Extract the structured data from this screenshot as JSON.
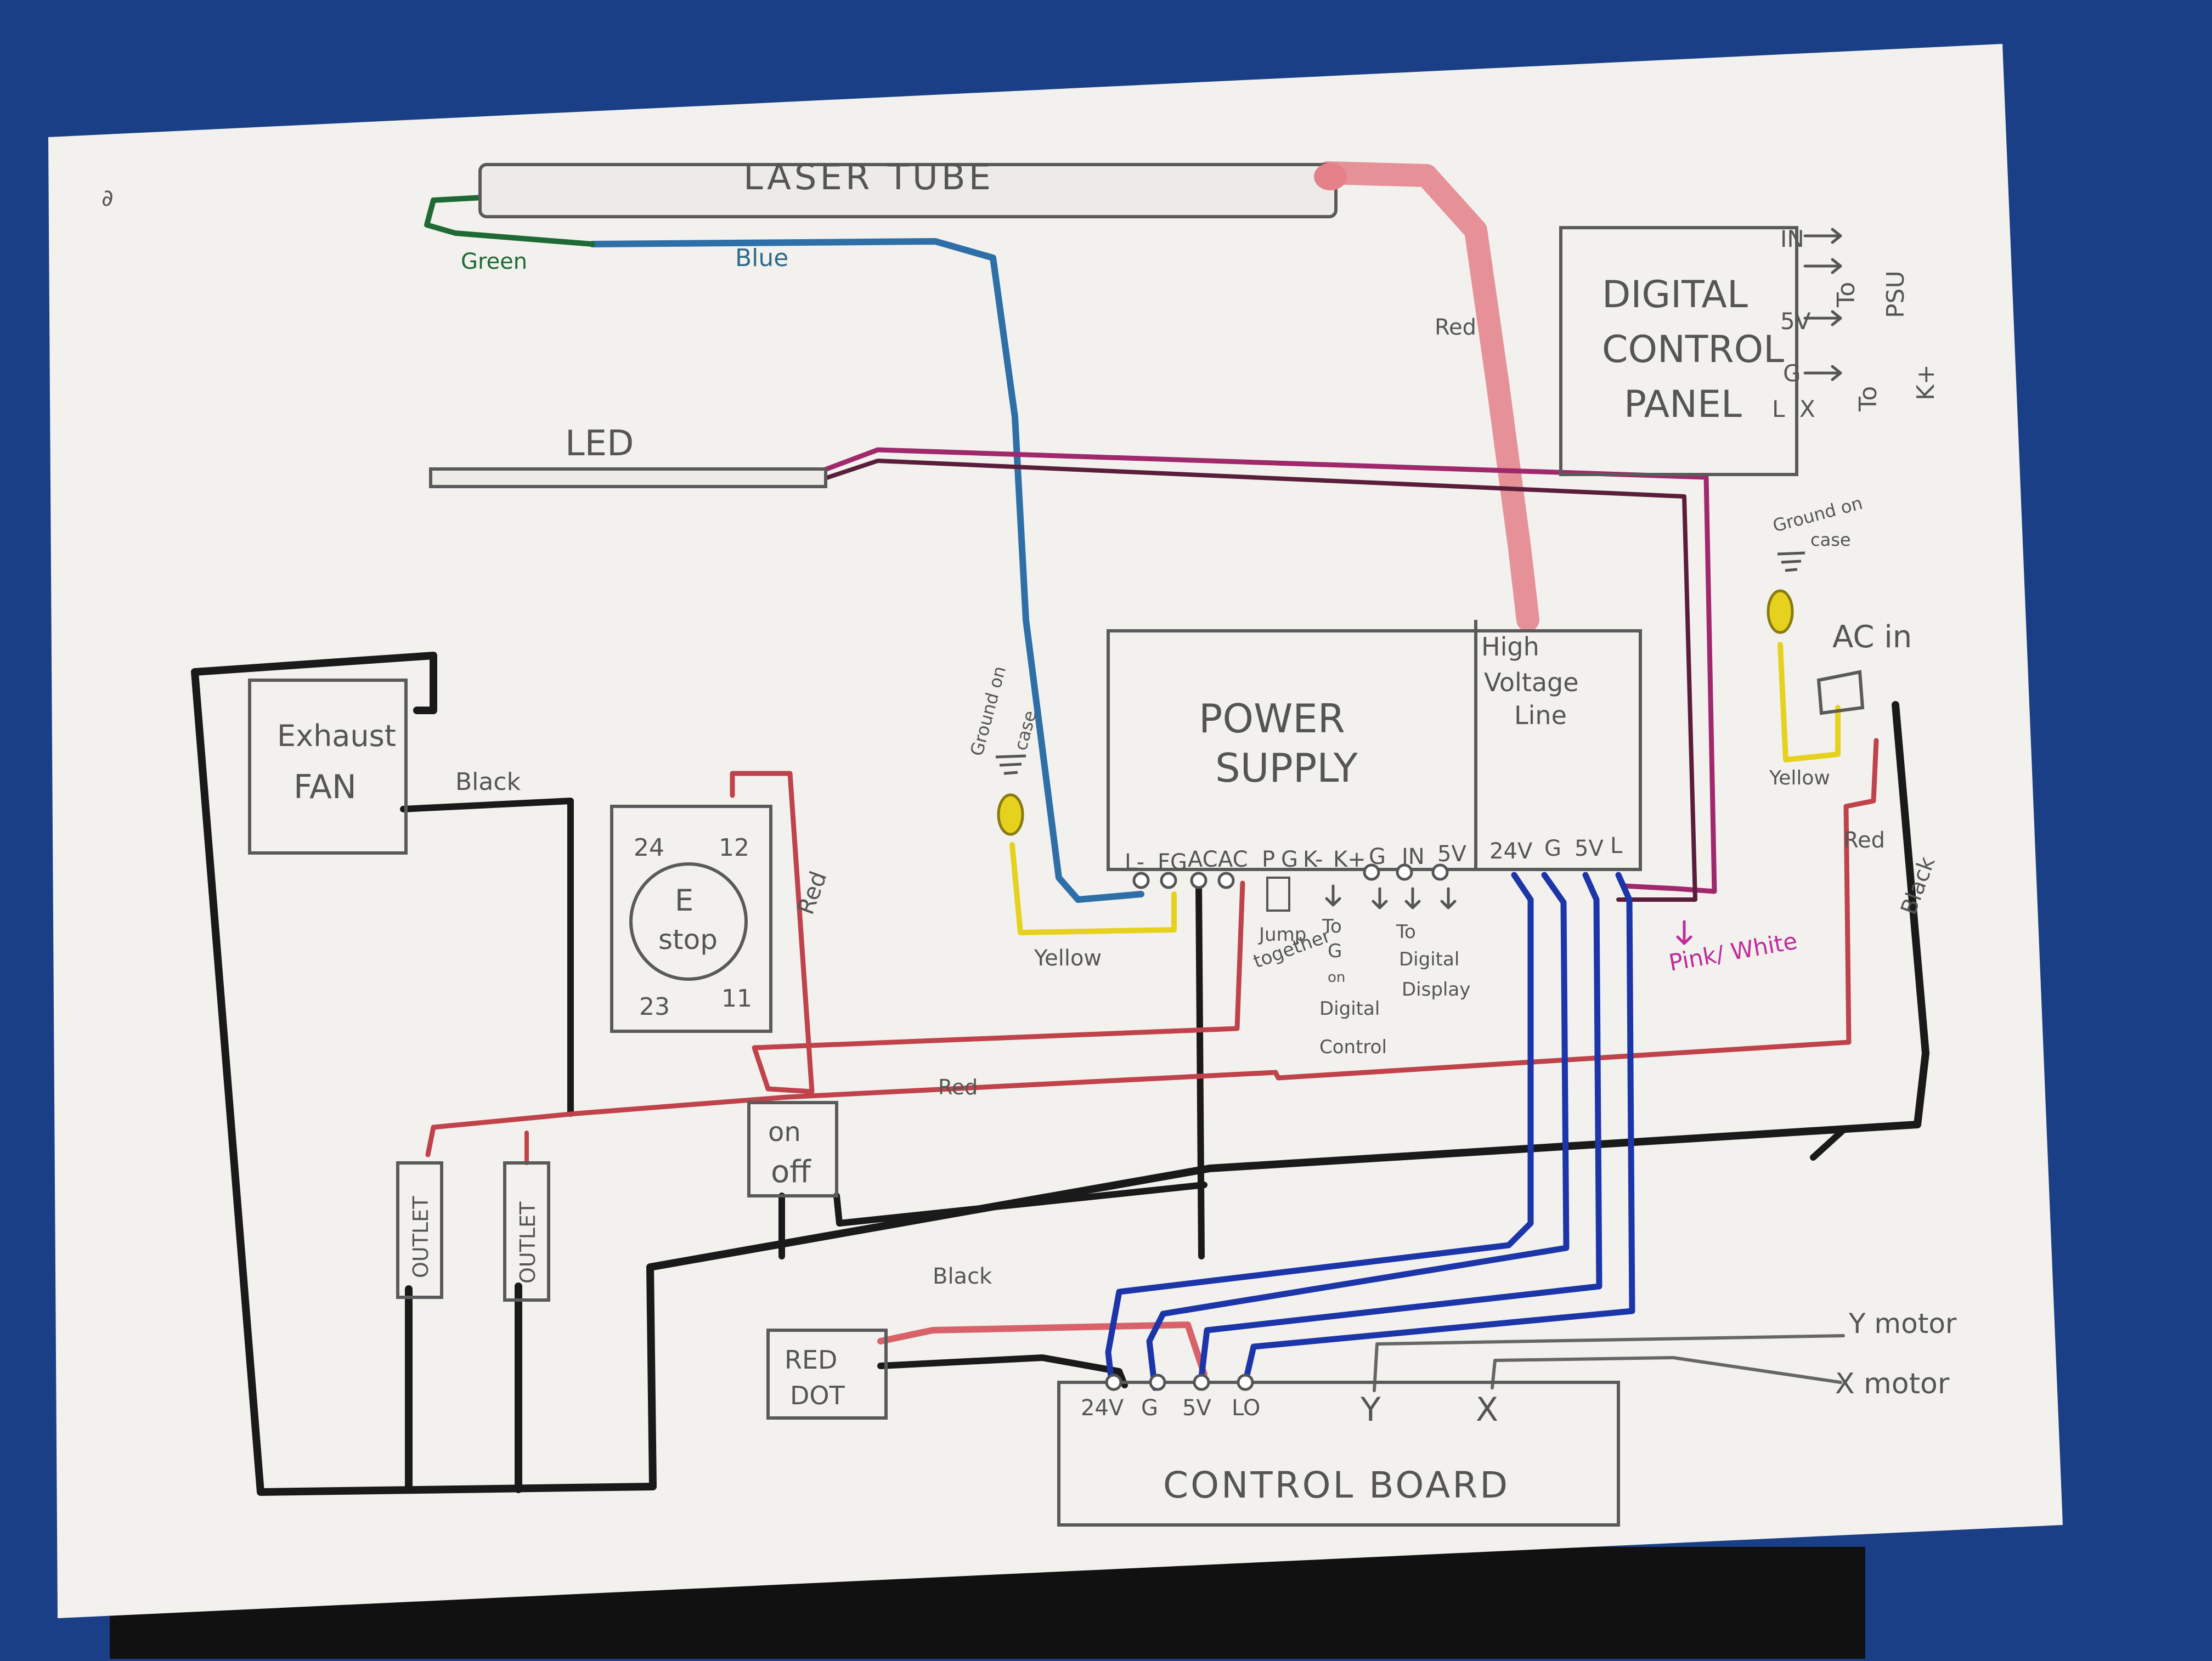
{
  "page_marks": {
    "corner_mark": "∂"
  },
  "components": {
    "laser_tube": "LASER TUBE",
    "led": "LED",
    "digital_control_panel": [
      "DIGITAL",
      "CONTROL",
      "PANEL"
    ],
    "power_supply": [
      "POWER",
      "SUPPLY"
    ],
    "high_voltage_line": [
      "High",
      "Voltage",
      "Line"
    ],
    "exhaust_fan": [
      "Exhaust",
      "FAN"
    ],
    "e_stop": [
      "E",
      "stop"
    ],
    "on_off": [
      "on",
      "off"
    ],
    "outlet": "OUTLET",
    "red_dot": [
      "RED",
      "DOT"
    ],
    "control_board": "CONTROL BOARD",
    "ac_in": "AC in"
  },
  "panel_pins": [
    "IN",
    "5V",
    "G",
    "L",
    "X"
  ],
  "panel_notes": {
    "to_psu": [
      "To",
      "PSU"
    ],
    "to_kplus": [
      "To",
      "K+"
    ]
  },
  "psu_terminals": [
    "L-",
    "FG",
    "AC",
    "AC",
    "P",
    "G",
    "K-",
    "K+",
    "G",
    "IN",
    "5V",
    "24V",
    "G",
    "5V",
    "L"
  ],
  "psu_notes": {
    "jumper": [
      "Jump",
      "together"
    ],
    "to_g": [
      "To",
      "G",
      "on",
      "Digital",
      "Control"
    ],
    "to_display": [
      "To",
      "Digital",
      "Display"
    ]
  },
  "estop_terminals": [
    "24",
    "12",
    "23",
    "11"
  ],
  "board_terminals": [
    "24V",
    "G",
    "5V",
    "LO",
    "Y",
    "X"
  ],
  "motors": [
    "Y motor",
    "X motor"
  ],
  "ground_note": [
    "Ground on",
    "case"
  ],
  "wire_labels": {
    "green": "Green",
    "blue": "Blue",
    "red_hv": "Red",
    "black_fan": "Black",
    "red_estop": "Red",
    "yellow_psu": "Yellow",
    "yellow_ac": "Yellow",
    "red_ac": "Red",
    "black_ac": "Black",
    "red_main": "Red",
    "black_main": "Black",
    "pink_white": "Pink/ White"
  },
  "colors": {
    "background": "#1b3f86",
    "paper": "#f2f1ee",
    "pencil": "#5a5a5a",
    "red_wire": "#d9626a",
    "dark_red": "#8a2a3a",
    "blue_wire": "#1c35a8",
    "laser_blue": "#2f6fa8",
    "yellow_wire": "#e6d21e",
    "green_wire": "#1f6a34",
    "black_wire": "#1a1a1a",
    "pink_ink": "#c02a9a"
  }
}
